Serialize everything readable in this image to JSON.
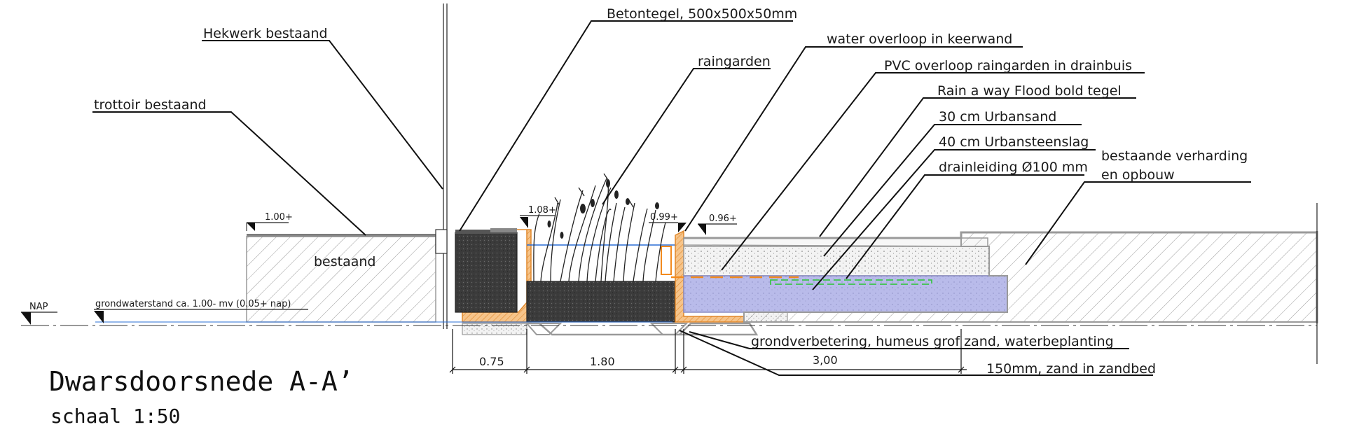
{
  "title": "Dwarsdoorsnede A-A’",
  "scale": "schaal 1:50",
  "labels": {
    "hekwerk": "Hekwerk bestaand",
    "trottoir": "trottoir bestaand",
    "betontegel": "Betontegel, 500x500x50mm",
    "raingarden": "raingarden",
    "water_overloop": "water overloop in keerwand",
    "pvc_overloop": "PVC overloop raingarden in drainbuis",
    "rain_a_way": "Rain a way Flood bold tegel",
    "urbansand": "30 cm Urbansand",
    "urbansteenslag": "40 cm Urbansteenslag",
    "drainleiding": "drainleiding Ø100 mm",
    "bestaande_verharding_1": "bestaande verharding",
    "bestaande_verharding_2": "en opbouw",
    "bestaand": "bestaand",
    "grondwater": "grondwaterstand ca. 1.00- mv (0.05+ nap)",
    "nap": "NAP",
    "grondverbetering": "grondverbetering, humeus grof zand, waterbeplanting",
    "zandbed": "150mm, zand in zandbed"
  },
  "levels": {
    "l100": "1.00+",
    "l108": "1.08+",
    "l099": "0.99+",
    "l096": "0.96+"
  },
  "dimensions": {
    "d075": "0.75",
    "d180": "1.80",
    "d300": "3,00"
  },
  "colors": {
    "concrete_orange": "#f2a65a",
    "soil_dark": "#3a3a3a",
    "water_blue": "#b7b9e8",
    "drain_green": "#3cc44c",
    "pvc_orange": "#f28a1e",
    "water_line": "#2a6fd6",
    "hatch_grey": "#9a9a9a"
  }
}
